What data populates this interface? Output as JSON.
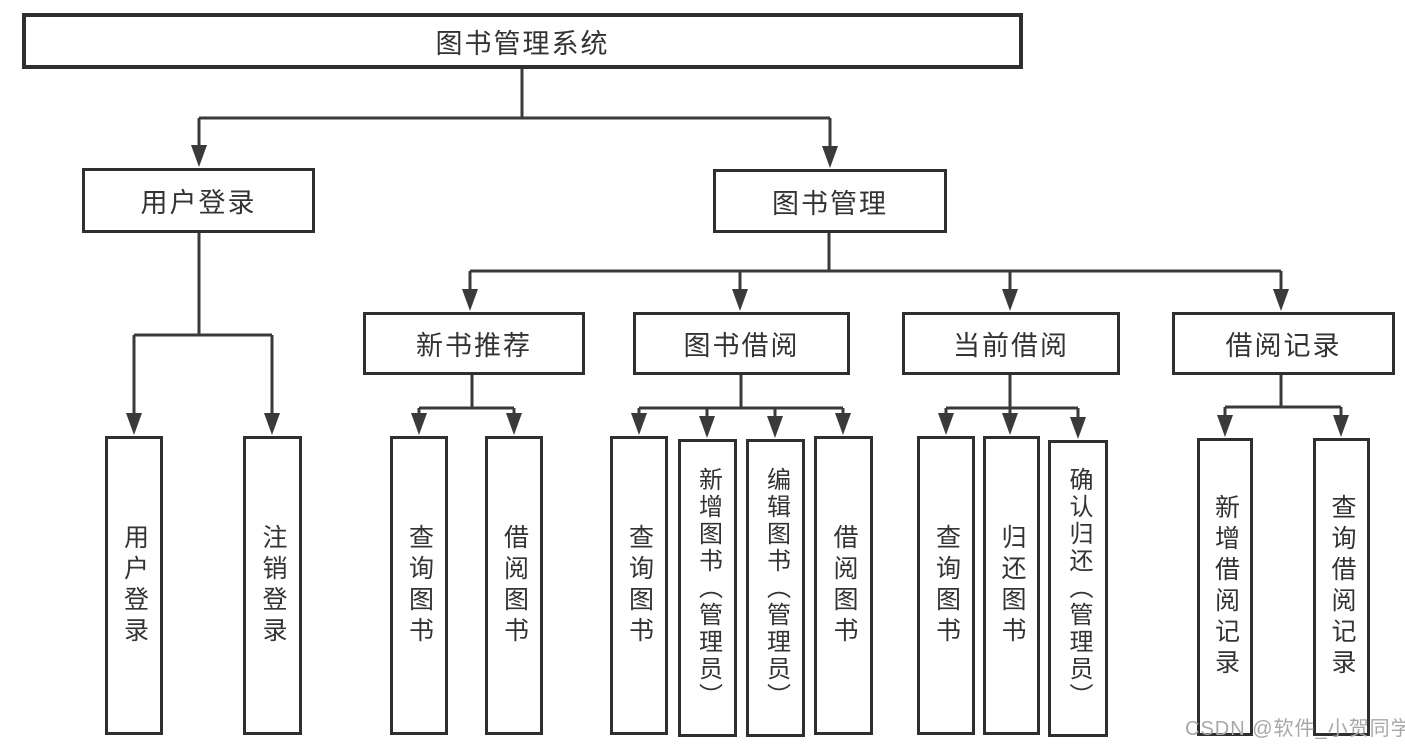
{
  "tree": {
    "label": "图书管理系统",
    "children": [
      {
        "label": "用户登录",
        "children": [
          {
            "label": "用户登录"
          },
          {
            "label": "注销登录"
          }
        ]
      },
      {
        "label": "图书管理",
        "children": [
          {
            "label": "新书推荐",
            "children": [
              {
                "label": "查询图书"
              },
              {
                "label": "借阅图书"
              }
            ]
          },
          {
            "label": "图书借阅",
            "children": [
              {
                "label": "查询图书"
              },
              {
                "label": "新增图书（管理员）"
              },
              {
                "label": "编辑图书（管理员）"
              },
              {
                "label": "借阅图书"
              }
            ]
          },
          {
            "label": "当前借阅",
            "children": [
              {
                "label": "查询图书"
              },
              {
                "label": "归还图书"
              },
              {
                "label": "确认归还（管理员）"
              }
            ]
          },
          {
            "label": "借阅记录",
            "children": [
              {
                "label": "新增借阅记录"
              },
              {
                "label": "查询借阅记录"
              }
            ]
          }
        ]
      }
    ]
  },
  "watermark": {
    "text": "CSDN @软件_小贺同学"
  },
  "colors": {
    "box_border": "#2f2f2f",
    "connector": "#3a3a3a",
    "text": "#333333",
    "watermark": "#a8a8a8",
    "background": "#ffffff"
  }
}
